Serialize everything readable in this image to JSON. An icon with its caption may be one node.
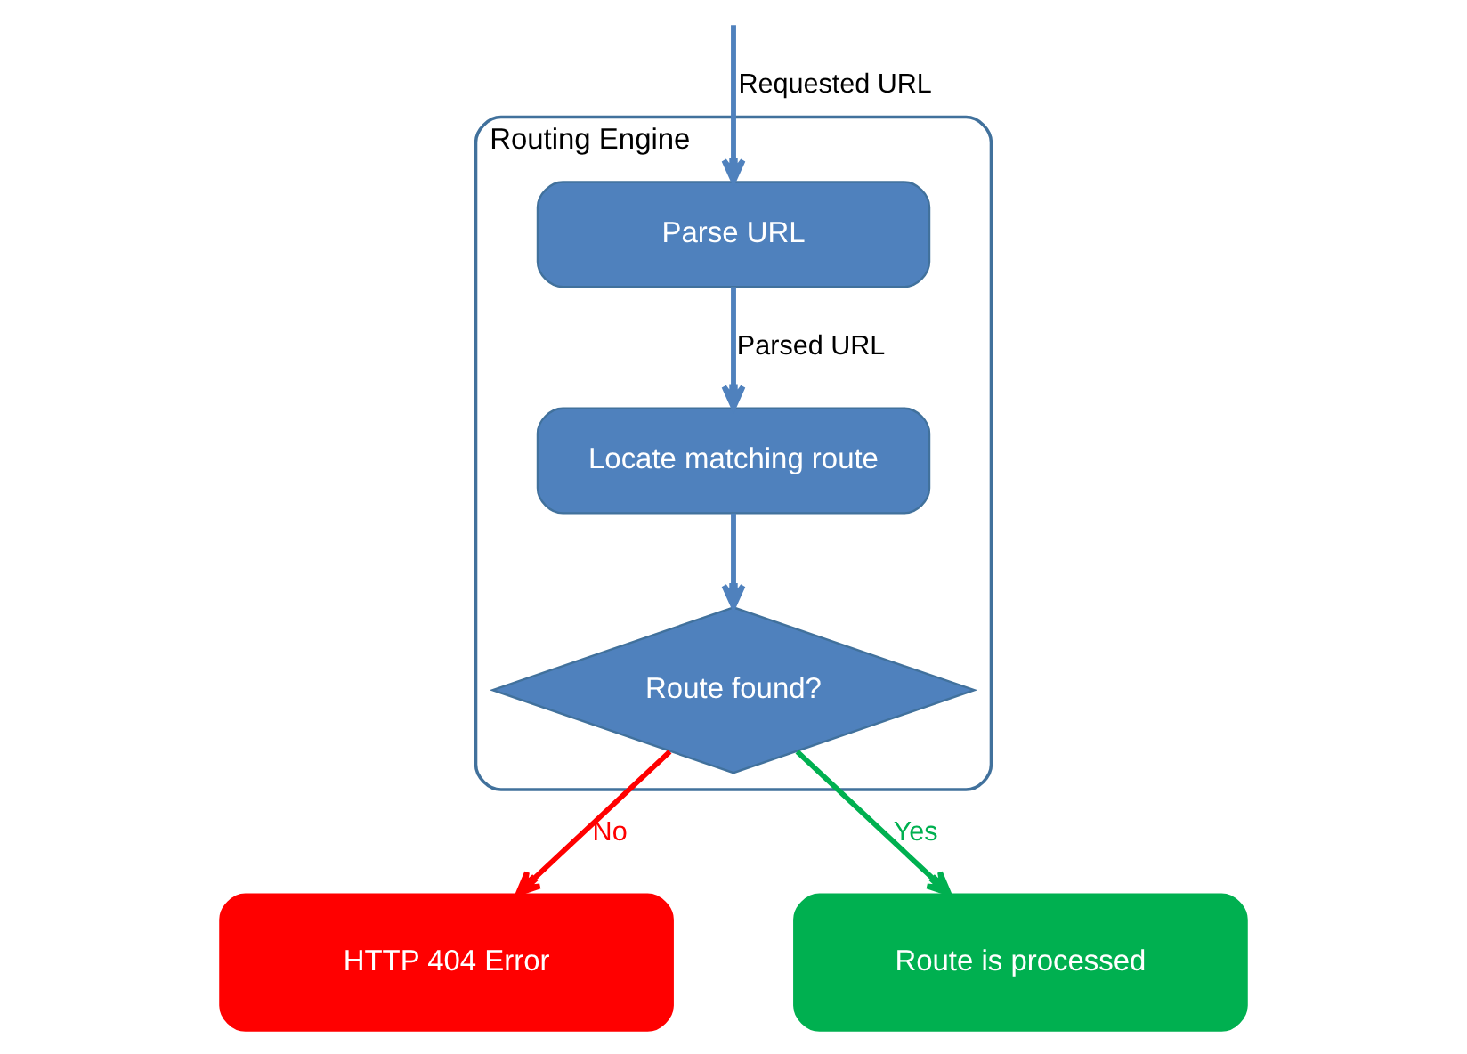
{
  "diagram": {
    "nodes": [
      {
        "text": [
          "Routing Engine"
        ]
      },
      {
        "text": [
          "Parse URL"
        ],
        "in": 0
      },
      {
        "text": [
          "Locate matching route"
        ],
        "in": 0
      },
      {
        "text": [
          "Route found?"
        ],
        "in": 0
      },
      {
        "text": [
          "HTTP 404 Error"
        ]
      },
      {
        "text": [
          "Route is processed"
        ]
      }
    ],
    "edges": [
      {
        "from": null,
        "to": 1,
        "arrow": "to",
        "label": "Requested URL"
      },
      {
        "from": 1,
        "to": 2,
        "arrow": "to",
        "label": "Parsed URL"
      },
      {
        "from": 2,
        "to": 3,
        "arrow": "to"
      },
      {
        "from": 3,
        "to": 4,
        "arrow": "to",
        "label": "No",
        "color": "#ff0000"
      },
      {
        "from": 3,
        "to": 5,
        "arrow": "to",
        "label": "Yes",
        "color": "#00b050"
      }
    ]
  }
}
